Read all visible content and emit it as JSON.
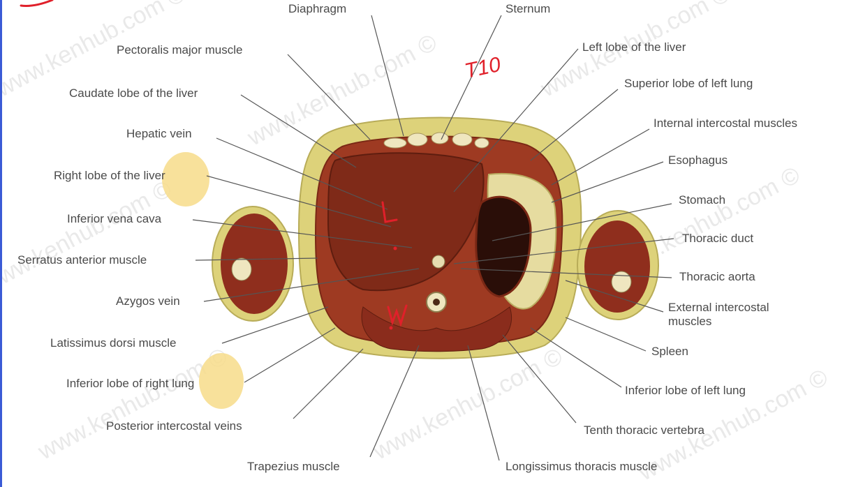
{
  "watermark": "www.kenhub.com ©",
  "annotations": {
    "level": "T10",
    "mark_l": "L",
    "mark_w": "W"
  },
  "labels_left": {
    "pectoralis_major": "Pectoralis major muscle",
    "caudate_lobe": "Caudate lobe of the liver",
    "hepatic_vein": "Hepatic vein",
    "right_lobe_liver": "Right lobe of the liver",
    "inferior_vena_cava": "Inferior vena cava",
    "serratus_anterior": "Serratus anterior muscle",
    "azygos_vein": "Azygos vein",
    "latissimus_dorsi": "Latissimus dorsi muscle",
    "inferior_lobe_right_lung": "Inferior lobe of right lung",
    "posterior_intercostal_veins": "Posterior intercostal veins",
    "trapezius": "Trapezius muscle"
  },
  "labels_top": {
    "diaphragm": "Diaphragm",
    "sternum": "Sternum"
  },
  "labels_right": {
    "left_lobe_liver": "Left lobe of the liver",
    "superior_lobe_left_lung": "Superior lobe of left lung",
    "internal_intercostal": "Internal intercostal muscles",
    "esophagus": "Esophagus",
    "stomach": "Stomach",
    "thoracic_duct": "Thoracic duct",
    "thoracic_aorta": "Thoracic aorta",
    "external_intercostal": "External intercostal muscles",
    "spleen": "Spleen",
    "inferior_lobe_left_lung": "Inferior lobe of left lung",
    "tenth_thoracic_vertebra": "Tenth thoracic vertebra",
    "longissimus_thoracis": "Longissimus thoracis muscle"
  },
  "colors": {
    "highlight": "#f7dc8a",
    "annotation": "#e0202a",
    "frame": "#3b5bd6",
    "fat": "#ddd27a",
    "muscle": "#8a2c1c"
  }
}
